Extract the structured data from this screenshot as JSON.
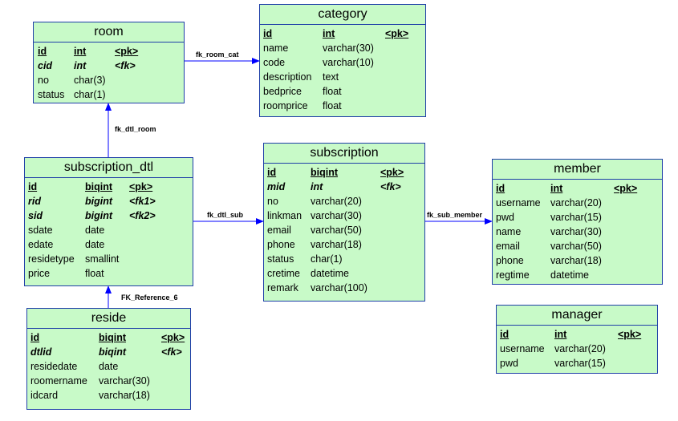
{
  "entities": {
    "room": {
      "title": "room",
      "rows": [
        {
          "name": "id",
          "type": "int",
          "key": "<pk>",
          "style": "pk"
        },
        {
          "name": "cid",
          "type": "int",
          "key": "<fk>",
          "style": "fk"
        },
        {
          "name": "no",
          "type": "char(3)",
          "key": "",
          "style": ""
        },
        {
          "name": "status",
          "type": "char(1)",
          "key": "",
          "style": ""
        }
      ]
    },
    "category": {
      "title": "category",
      "rows": [
        {
          "name": "id",
          "type": "int",
          "key": "<pk>",
          "style": "pk"
        },
        {
          "name": "name",
          "type": "varchar(30)",
          "key": "",
          "style": ""
        },
        {
          "name": "code",
          "type": "varchar(10)",
          "key": "",
          "style": ""
        },
        {
          "name": "description",
          "type": "text",
          "key": "",
          "style": ""
        },
        {
          "name": "bedprice",
          "type": "float",
          "key": "",
          "style": ""
        },
        {
          "name": "roomprice",
          "type": "float",
          "key": "",
          "style": ""
        }
      ]
    },
    "subscription_dtl": {
      "title": "subscription_dtl",
      "rows": [
        {
          "name": "id",
          "type": "biqint",
          "key": "<pk>",
          "style": "pk"
        },
        {
          "name": "rid",
          "type": "bigint",
          "key": "<fk1>",
          "style": "fk"
        },
        {
          "name": "sid",
          "type": "bigint",
          "key": "<fk2>",
          "style": "fk"
        },
        {
          "name": "sdate",
          "type": "date",
          "key": "",
          "style": ""
        },
        {
          "name": "edate",
          "type": "date",
          "key": "",
          "style": ""
        },
        {
          "name": "residetype",
          "type": "smallint",
          "key": "",
          "style": ""
        },
        {
          "name": "price",
          "type": "float",
          "key": "",
          "style": ""
        }
      ]
    },
    "subscription": {
      "title": "subscription",
      "rows": [
        {
          "name": "id",
          "type": "biqint",
          "key": "<pk>",
          "style": "pk"
        },
        {
          "name": "mid",
          "type": "int",
          "key": "<fk>",
          "style": "fk"
        },
        {
          "name": "no",
          "type": "varchar(20)",
          "key": "",
          "style": ""
        },
        {
          "name": "linkman",
          "type": "varchar(30)",
          "key": "",
          "style": ""
        },
        {
          "name": "email",
          "type": "varchar(50)",
          "key": "",
          "style": ""
        },
        {
          "name": "phone",
          "type": "varchar(18)",
          "key": "",
          "style": ""
        },
        {
          "name": "status",
          "type": "char(1)",
          "key": "",
          "style": ""
        },
        {
          "name": "cretime",
          "type": "datetime",
          "key": "",
          "style": ""
        },
        {
          "name": "remark",
          "type": "varchar(100)",
          "key": "",
          "style": ""
        }
      ]
    },
    "member": {
      "title": "member",
      "rows": [
        {
          "name": "id",
          "type": "int",
          "key": "<pk>",
          "style": "pk"
        },
        {
          "name": "username",
          "type": "varchar(20)",
          "key": "",
          "style": ""
        },
        {
          "name": "pwd",
          "type": "varchar(15)",
          "key": "",
          "style": ""
        },
        {
          "name": "name",
          "type": "varchar(30)",
          "key": "",
          "style": ""
        },
        {
          "name": "email",
          "type": "varchar(50)",
          "key": "",
          "style": ""
        },
        {
          "name": "phone",
          "type": "varchar(18)",
          "key": "",
          "style": ""
        },
        {
          "name": "regtime",
          "type": "datetime",
          "key": "",
          "style": ""
        }
      ]
    },
    "reside": {
      "title": "reside",
      "rows": [
        {
          "name": "id",
          "type": "biqint",
          "key": "<pk>",
          "style": "pk"
        },
        {
          "name": "dtlid",
          "type": "biqint",
          "key": "<fk>",
          "style": "fk"
        },
        {
          "name": "residedate",
          "type": "date",
          "key": "",
          "style": ""
        },
        {
          "name": "roomername",
          "type": "varchar(30)",
          "key": "",
          "style": ""
        },
        {
          "name": "idcard",
          "type": "varchar(18)",
          "key": "",
          "style": ""
        }
      ]
    },
    "manager": {
      "title": "manager",
      "rows": [
        {
          "name": "id",
          "type": "int",
          "key": "<pk>",
          "style": "pk"
        },
        {
          "name": "username",
          "type": "varchar(20)",
          "key": "",
          "style": ""
        },
        {
          "name": "pwd",
          "type": "varchar(15)",
          "key": "",
          "style": ""
        }
      ]
    }
  },
  "relations": {
    "fk_room_cat": "fk_room_cat",
    "fk_dtl_room": "fk_dtl_room",
    "fk_dtl_sub": "fk_dtl_sub",
    "fk_sub_member": "fk_sub_member",
    "fk_reference_6": "FK_Reference_6"
  },
  "colors": {
    "entity_fill": "#c8fac8",
    "border": "#1f3fa8",
    "link": "#0000ff"
  }
}
